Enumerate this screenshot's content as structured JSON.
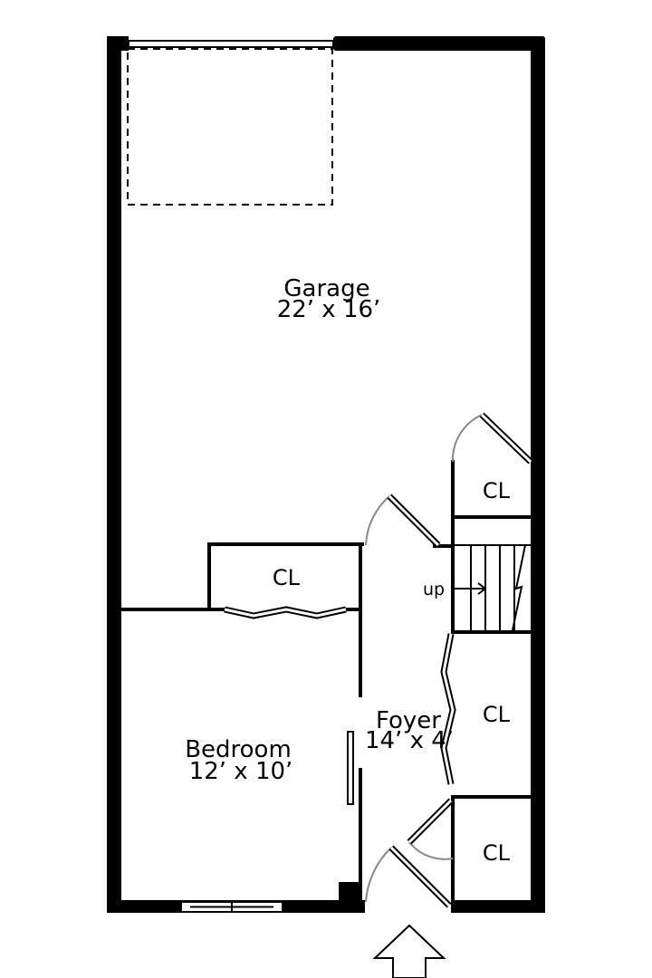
{
  "colors": {
    "wall": "#000000",
    "background": "#ffffff",
    "door_swing": "#888888"
  },
  "rooms": {
    "garage": {
      "name": "Garage",
      "size": "22’ x 16’"
    },
    "bedroom": {
      "name": "Bedroom",
      "size": "12’ x 10’"
    },
    "foyer": {
      "name": "Foyer",
      "size": "14’ x 4’"
    }
  },
  "closets": {
    "cl_garage": "CL",
    "cl_bedroom": "CL",
    "cl_foyer_upper": "CL",
    "cl_foyer_lower": "CL"
  },
  "stairs": {
    "direction": "up"
  },
  "icons": {
    "entry": "entry-arrow-icon"
  }
}
